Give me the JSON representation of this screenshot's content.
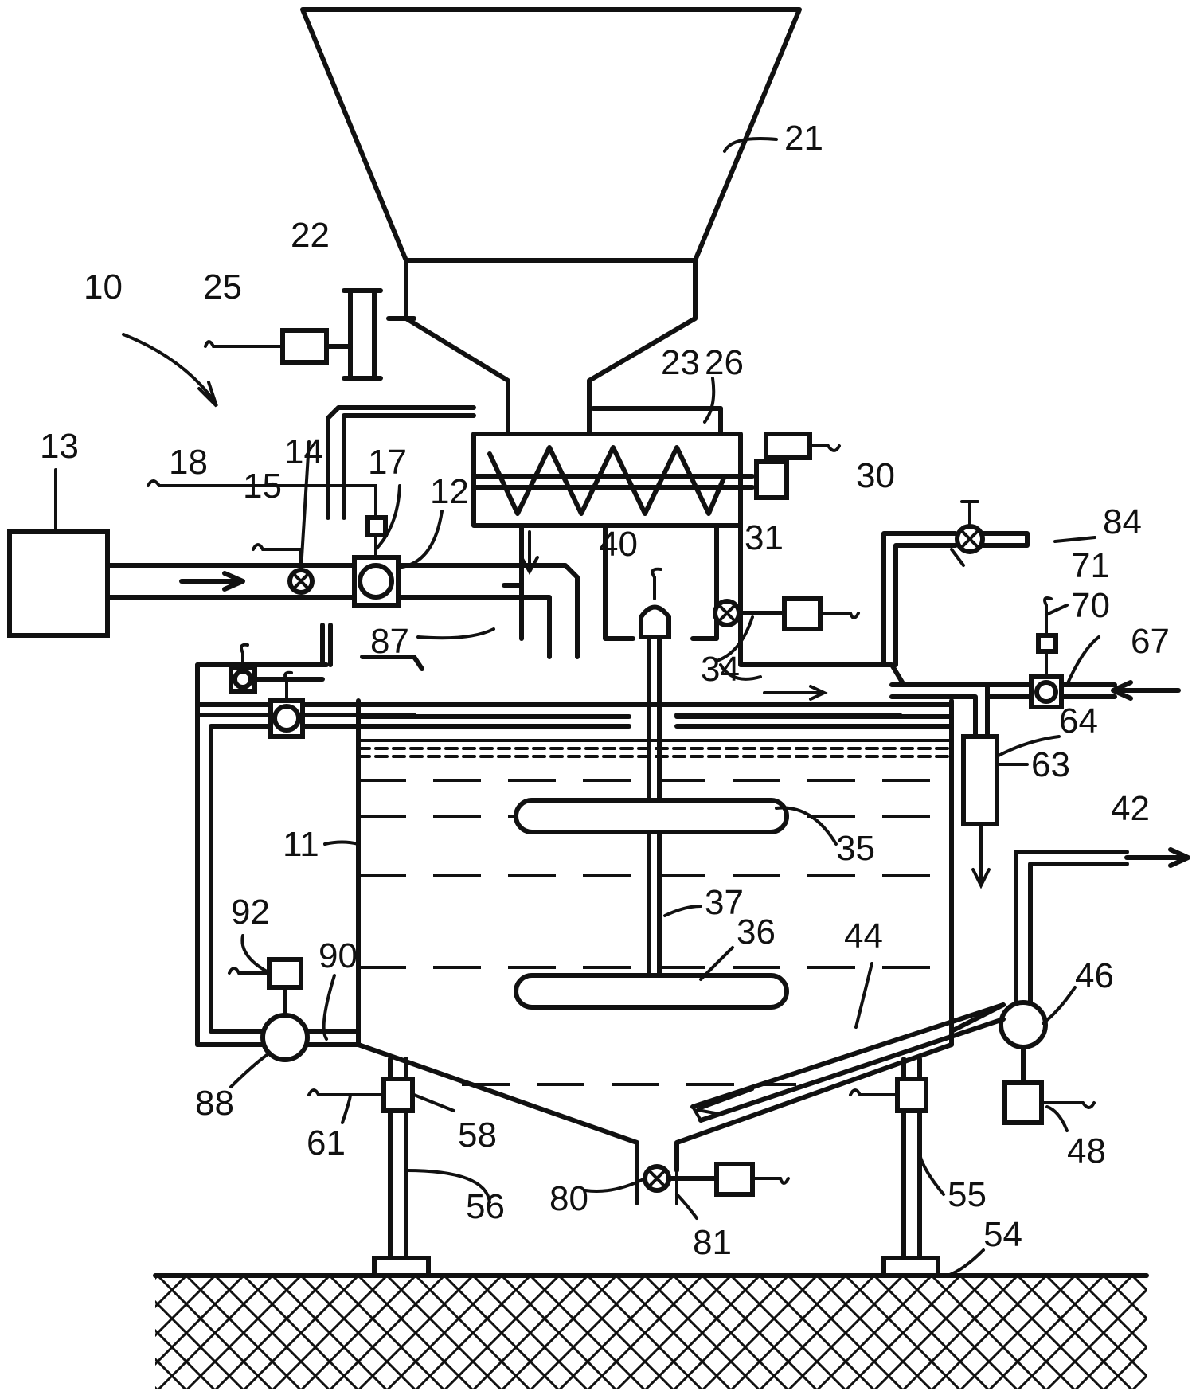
{
  "labels": {
    "l10": "10",
    "l11": "11",
    "l12": "12",
    "l13": "13",
    "l14": "14",
    "l15": "15",
    "l17": "17",
    "l18": "18",
    "l21": "21",
    "l22": "22",
    "l23": "23",
    "l25": "25",
    "l26": "26",
    "l30": "30",
    "l31": "31",
    "l34": "34",
    "l35": "35",
    "l36": "36",
    "l37": "37",
    "l40": "40",
    "l42": "42",
    "l44": "44",
    "l46": "46",
    "l48": "48",
    "l54": "54",
    "l55": "55",
    "l56": "56",
    "l58": "58",
    "l61": "61",
    "l63": "63",
    "l64": "64",
    "l67": "67",
    "l70": "70",
    "l71": "71",
    "l80": "80",
    "l81": "81",
    "l84": "84",
    "l87": "87",
    "l88": "88",
    "l90": "90",
    "l92": "92"
  }
}
